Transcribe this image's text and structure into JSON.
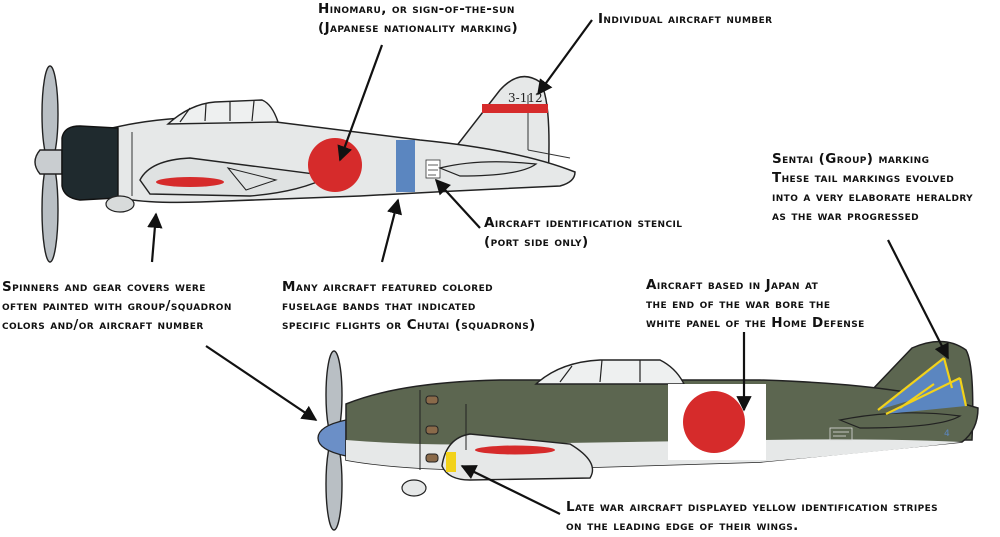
{
  "annotations": {
    "hinomaru": [
      "Hinomaru, or sign-of-the-sun",
      "(Japanese nationality marking)"
    ],
    "aircraft_number": [
      "Individual aircraft number"
    ],
    "stencil": [
      "Aircraft identification stencil",
      "(port side only)"
    ],
    "spinners": [
      "Spinners and gear covers were",
      "often painted with group/squadron",
      "colors and/or aircraft number"
    ],
    "bands": [
      "Many aircraft featured colored",
      "fuselage bands that indicated",
      "specific flights or Chutai (squadrons)"
    ],
    "home_defense": [
      "Aircraft based in Japan at",
      "the end of the war bore the",
      "white panel of the Home Defense"
    ],
    "sentai": [
      "Sentai (Group) marking",
      "These tail markings evolved",
      "into a very elaborate heraldry",
      "as the war progressed"
    ],
    "yellow_stripes": [
      "Late war aircraft displayed yellow identification stripes",
      "on the leading edge of their wings."
    ]
  },
  "tail_number": "3-112",
  "tail_number_small": "4",
  "colors": {
    "hinomaru_red": "#d62b2b",
    "fuselage_band_blue": "#5b86c0",
    "zero_body": "#e6e8e8",
    "cowling": "#1f2a2e",
    "late_war_green": "#5c6650",
    "yellow_stripe": "#f2d21a",
    "spinner_blue": "#6b8fc7"
  }
}
